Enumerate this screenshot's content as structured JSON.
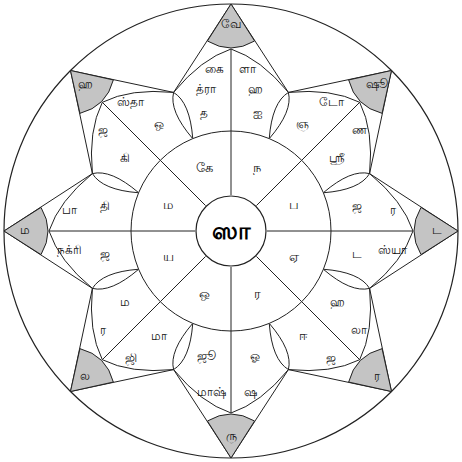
{
  "diagram": {
    "nodes": [
      {
        "text": [
          "ஸா"
        ]
      }
    ],
    "labels": [
      "வே",
      "ஷூ",
      "ட",
      "ர",
      "ரு",
      "ல",
      "ம",
      "ஹ",
      "கை",
      "ளா",
      "த்ரா",
      "ஹ",
      "த",
      "ஐ",
      "டோ",
      "ண",
      "ஞ",
      "ஸ்ரீ",
      "ர",
      "ஸ்யா",
      "ஜ",
      "ட",
      "லா",
      "ஜ",
      "ஹ",
      "ஈ",
      "ஷ",
      "மாஷ்",
      "ஓ",
      "ஜூ",
      "ஜி",
      "ர",
      "மா",
      "ம",
      "நக்ரி",
      "பா",
      "ஜ",
      "தி",
      "ஜ",
      "ஸ்தா",
      "கி",
      "ஒ",
      "ந",
      "ப",
      "ஏ",
      "ர",
      "ஒ",
      "ய",
      "ம",
      "கே"
    ]
  }
}
